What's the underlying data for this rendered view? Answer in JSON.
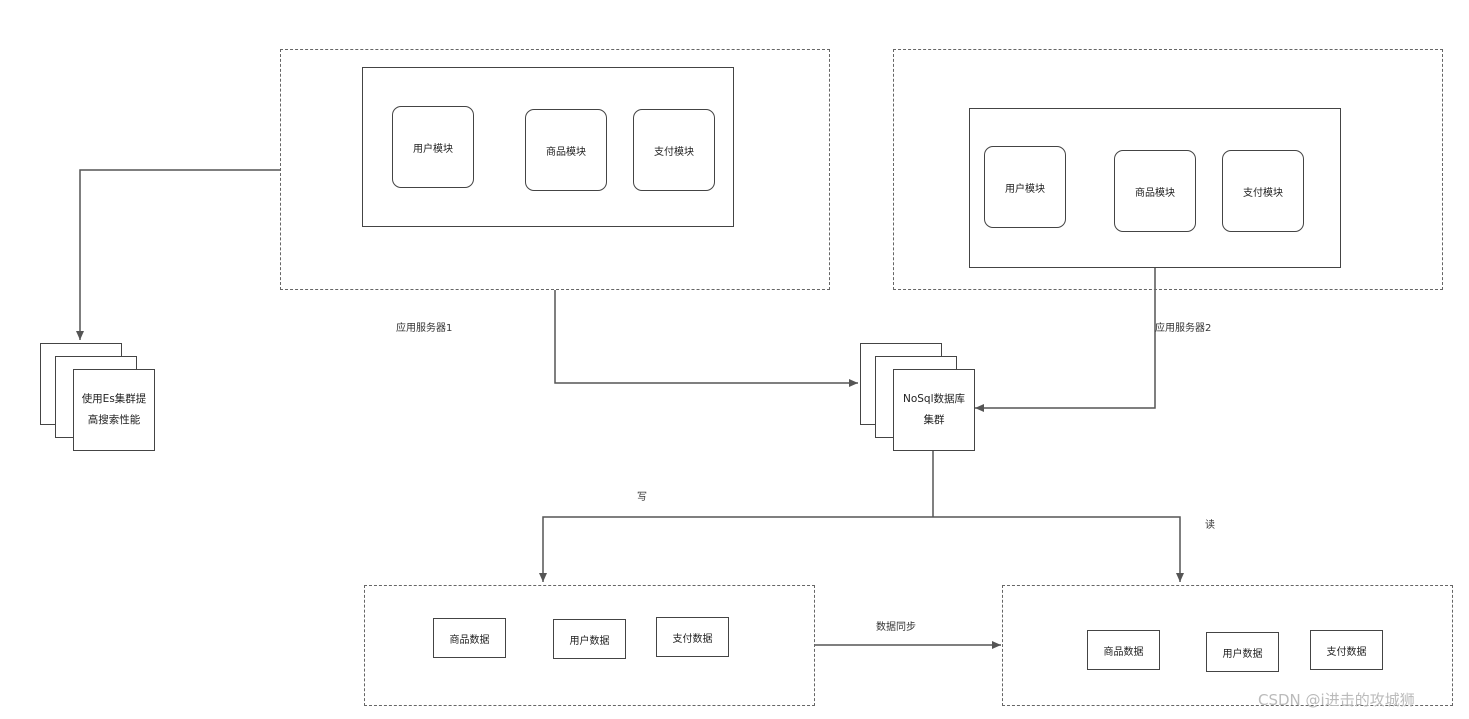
{
  "server1": {
    "label": "应用服务器1",
    "modules": [
      "用户模块",
      "商品模块",
      "支付模块"
    ]
  },
  "server2": {
    "label": "应用服务器2",
    "modules": [
      "用户模块",
      "商品模块",
      "支付模块"
    ]
  },
  "es_cluster": {
    "label": "使用Es集群提高搜索性能"
  },
  "nosql_cluster": {
    "label": "NoSql数据库集群"
  },
  "write_label": "写",
  "read_label": "读",
  "sync_label": "数据同步",
  "write_store": {
    "items": [
      "商品数据",
      "用户数据",
      "支付数据"
    ]
  },
  "read_store": {
    "items": [
      "商品数据",
      "用户数据",
      "支付数据"
    ]
  },
  "watermark": "CSDN @i进击的攻城狮"
}
